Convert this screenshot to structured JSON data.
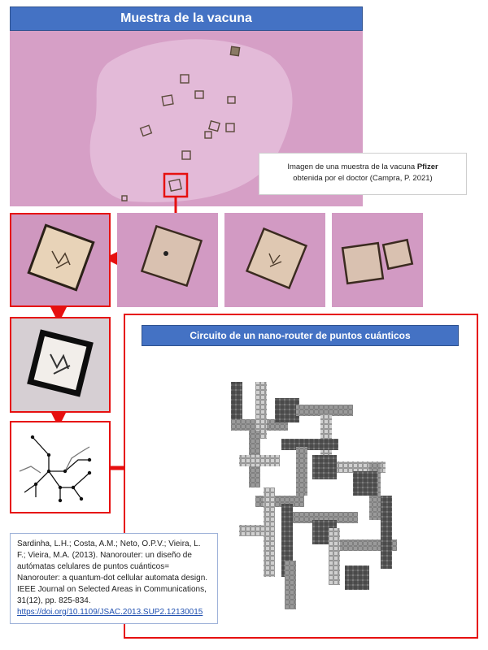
{
  "header": {
    "title": "Muestra de la vacuna"
  },
  "caption": {
    "line1_prefix": "Imagen de una muestra de la vacuna ",
    "line1_bold": "Pfizer",
    "line2": "obtenida por el doctor (Campra, P. 2021)"
  },
  "circuit_panel": {
    "title": "Circuito de un nano-router de puntos cuánticos"
  },
  "reference": {
    "text": "Sardinha, L.H.; Costa, A.M.; Neto, O.P.V.; Vieira, L. F.; Vieira, M.A. (2013). Nanorouter: un diseño de autómatas celulares de puntos cuánticos= Nanorouter: a quantum-dot cellular automata design. IEEE Journal on Selected Areas in Communications, 31(12), pp. 825-834. ",
    "link": "https://doi.org/10.1109/JSAC.2013.SUP2.12130015"
  },
  "colors": {
    "accent_blue": "#4472c4",
    "highlight_red": "#e61010",
    "sample_pink": "#d9a3c9"
  }
}
